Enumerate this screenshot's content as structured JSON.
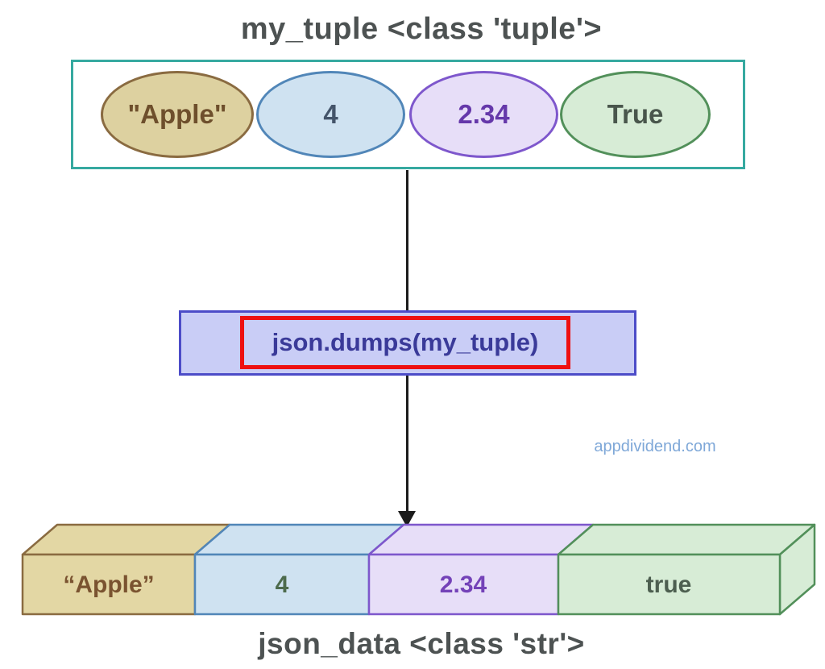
{
  "top": {
    "title": "my_tuple <class 'tuple'>",
    "items": [
      {
        "label": "\"Apple\"",
        "fill": "#ddd1a0",
        "border": "#8a6b41",
        "text": "#6e4f2c"
      },
      {
        "label": "4",
        "fill": "#cfe2f1",
        "border": "#5186b8",
        "text": "#44546a"
      },
      {
        "label": "2.34",
        "fill": "#e7def8",
        "border": "#7e57cc",
        "text": "#6538aa"
      },
      {
        "label": "True",
        "fill": "#d7ecd6",
        "border": "#52905a",
        "text": "#49564c"
      }
    ]
  },
  "transform": {
    "label": "json.dumps(my_tuple)",
    "box_fill": "#c9cdf6",
    "box_border": "#4c4cc8",
    "text_color": "#3a3a99"
  },
  "watermark": "appdividend.com",
  "bottom": {
    "title": "json_data <class 'str'>",
    "segments": [
      {
        "label": "“Apple”",
        "fill": "#e3d7a4",
        "border": "#8a6b41",
        "text": "#7a5330"
      },
      {
        "label": "4",
        "fill": "#cfe2f1",
        "border": "#5186b8",
        "text": "#4d6b4d"
      },
      {
        "label": "2.34",
        "fill": "#e7def8",
        "border": "#7e57cc",
        "text": "#7442b8"
      },
      {
        "label": "true",
        "fill": "#d7ecd6",
        "border": "#52905a",
        "text": "#4d5f50"
      }
    ]
  },
  "colors": {
    "teal_border": "#36a9a0",
    "highlight_red": "#ee1010",
    "arrow": "#1c1c1c",
    "watermark": "#7fa8d8",
    "title_text": "#4d5252",
    "background": "#ffffff"
  }
}
